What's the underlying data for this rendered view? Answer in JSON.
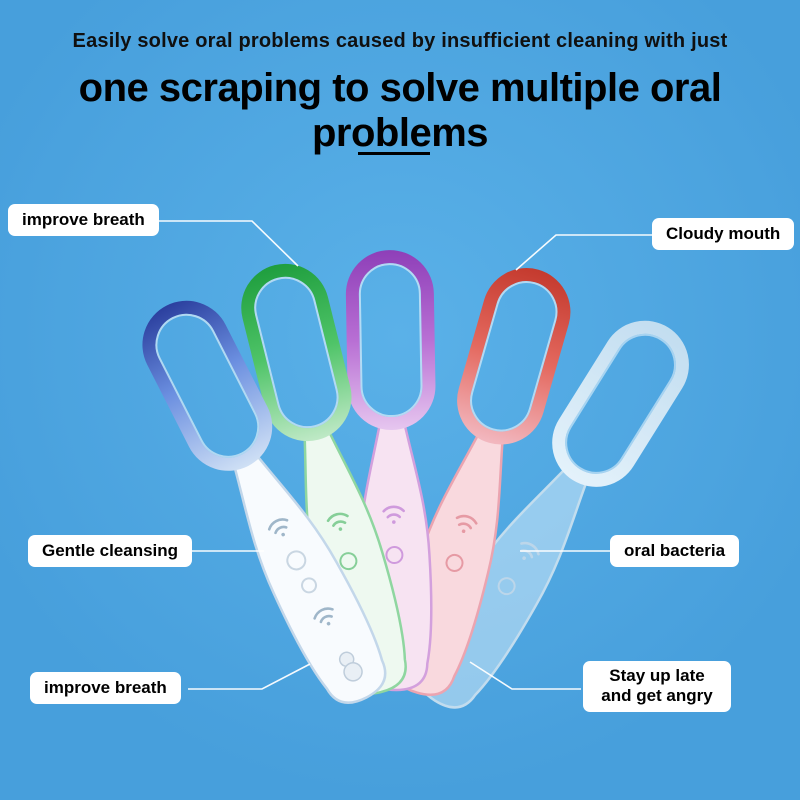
{
  "header": {
    "subtitle": "Easily solve oral problems caused by insufficient cleaning with just",
    "title": "one scraping to solve multiple oral problems"
  },
  "callouts": [
    {
      "id": "improve-breath-top",
      "label": "improve breath"
    },
    {
      "id": "cloudy-mouth",
      "label": "Cloudy mouth"
    },
    {
      "id": "gentle-cleansing",
      "label": "Gentle cleansing"
    },
    {
      "id": "oral-bacteria",
      "label": "oral bacteria"
    },
    {
      "id": "improve-breath-bottom",
      "label": "improve breath"
    },
    {
      "id": "stay-up-late",
      "label": "Stay up late and get angry"
    }
  ],
  "colors": {
    "background_top": "#5ab1e8",
    "background": "#479fdc",
    "callout_bg": "#ffffff",
    "text": "#000000",
    "scraper_blue_dark": "#2b3f9e",
    "scraper_blue_light": "#cfe0f5",
    "scraper_green_dark": "#1f9e3e",
    "scraper_green_light": "#bfe9c6",
    "scraper_purple_dark": "#8e3fb8",
    "scraper_purple_light": "#e6c6ef",
    "scraper_rose_dark": "#c43a2e",
    "scraper_rose_light": "#f2b8c0",
    "scraper_clear_dark": "#cfe4f2",
    "scraper_clear_light": "#f4fafe"
  }
}
